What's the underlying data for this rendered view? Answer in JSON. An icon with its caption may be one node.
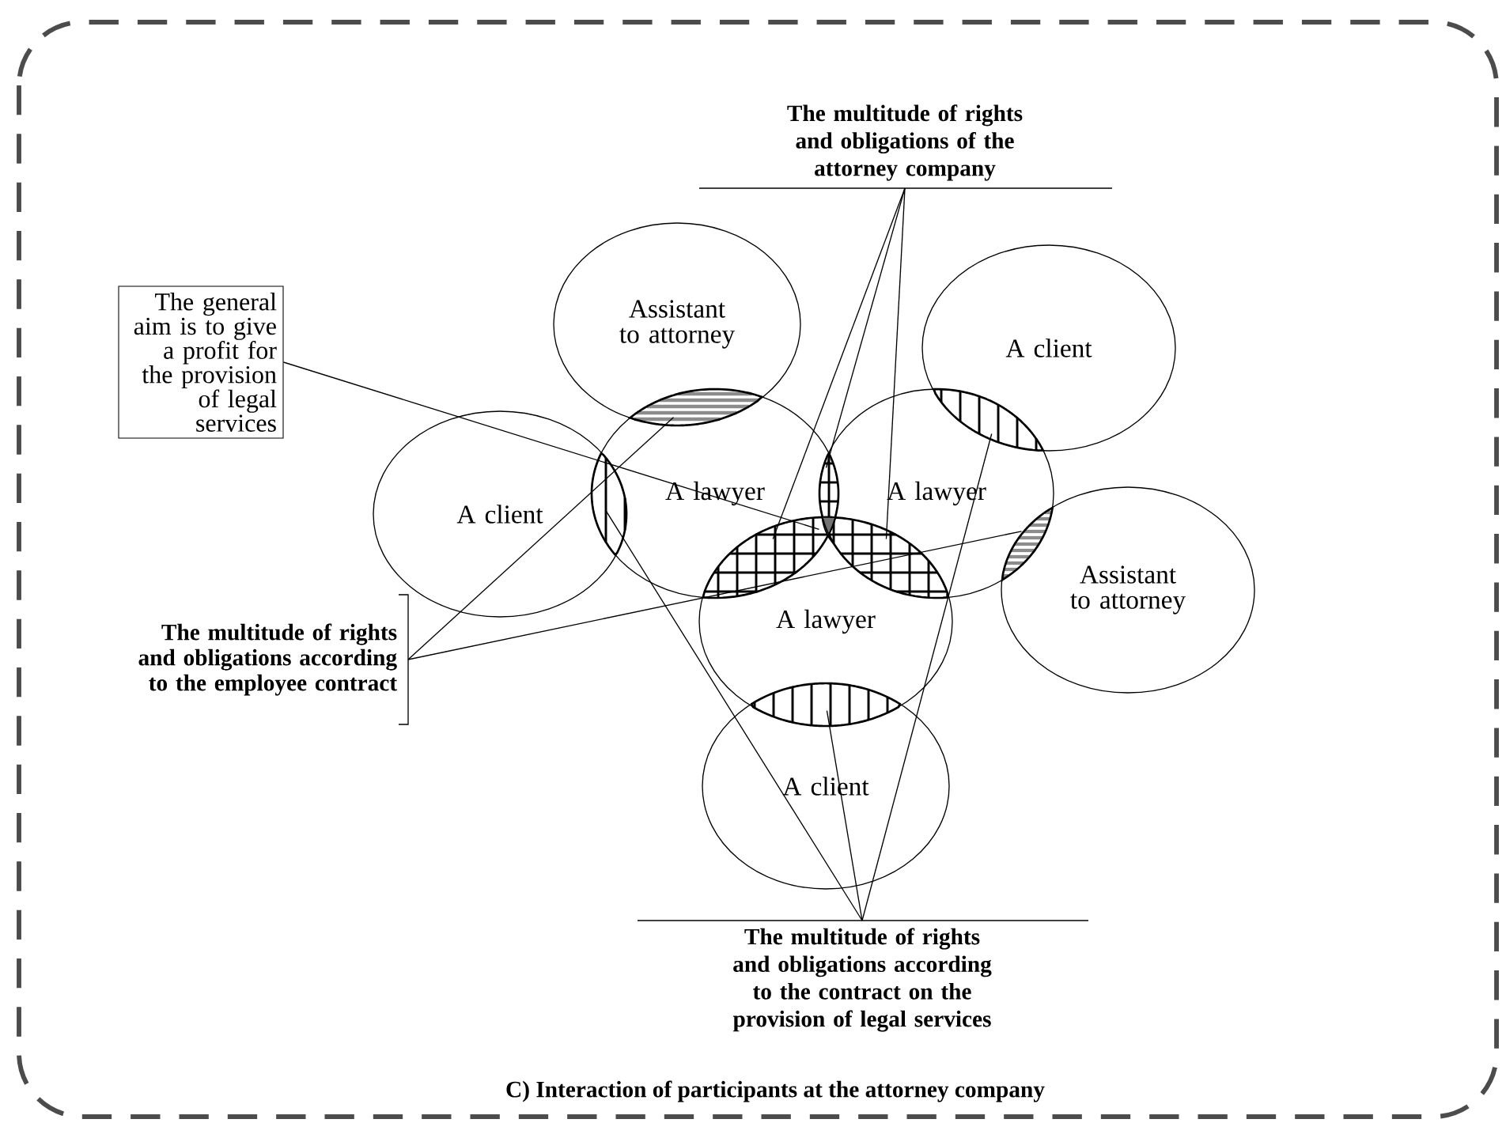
{
  "diagram": {
    "caption": "C) Interaction of participants at the attorney company",
    "nodes": [
      {
        "text": [
          "The multitude of rights and obligations of the attorney company"
        ]
      },
      {
        "text": [
          "The general aim is to give a profit for the provision of legal services"
        ]
      },
      {
        "text": [
          "Assistant to attorney"
        ]
      },
      {
        "text": [
          "A client"
        ]
      },
      {
        "text": [
          "A client"
        ]
      },
      {
        "text": [
          "A lawyer"
        ]
      },
      {
        "text": [
          "A lawyer"
        ]
      },
      {
        "text": [
          "Assistant to attorney"
        ]
      },
      {
        "text": [
          "A lawyer"
        ]
      },
      {
        "text": [
          "A client"
        ]
      },
      {
        "text": [
          "The multitude of rights and obligations according to the employee contract"
        ]
      },
      {
        "text": [
          "The multitude of rights and obligations according to the contract on the provision of legal services"
        ]
      },
      {
        "text": [],
        "shape": "lens"
      },
      {
        "text": [],
        "shape": "lens"
      },
      {
        "text": [],
        "shape": "lens"
      },
      {
        "text": [],
        "shape": "lens"
      },
      {
        "text": [],
        "shape": "lens"
      },
      {
        "text": [],
        "shape": "lens"
      },
      {
        "text": [],
        "shape": "lens"
      },
      {
        "text": [],
        "shape": "lens"
      },
      {
        "text": [],
        "shape": "triangle"
      }
    ],
    "edges": [
      {
        "from": 0,
        "to": 15,
        "arrow": "none"
      },
      {
        "from": 0,
        "to": 14,
        "arrow": "none"
      },
      {
        "from": 0,
        "to": 16,
        "arrow": "none"
      },
      {
        "from": 1,
        "to": 20,
        "arrow": "none"
      },
      {
        "from": 10,
        "to": 12,
        "arrow": "none"
      },
      {
        "from": 10,
        "to": 18,
        "arrow": "none"
      },
      {
        "from": 11,
        "to": 13,
        "arrow": "none"
      },
      {
        "from": 11,
        "to": 17,
        "arrow": "none"
      },
      {
        "from": 11,
        "to": 19,
        "arrow": "none"
      }
    ]
  }
}
